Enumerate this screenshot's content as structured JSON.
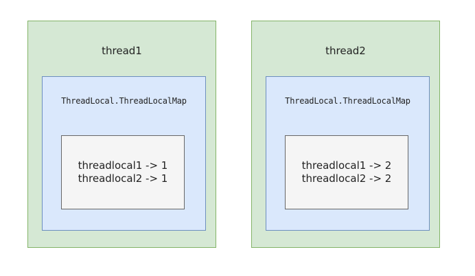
{
  "threads": [
    {
      "title": "thread1",
      "map_title": "ThreadLocal.ThreadLocalMap",
      "entries": [
        "threadlocal1 -> 1",
        "threadlocal2 -> 1"
      ]
    },
    {
      "title": "thread2",
      "map_title": "ThreadLocal.ThreadLocalMap",
      "entries": [
        "threadlocal1 -> 2",
        "threadlocal2 -> 2"
      ]
    }
  ],
  "colors": {
    "thread_fill": "#d5e8d4",
    "thread_border": "#82b366",
    "map_fill": "#dae8fc",
    "map_border": "#6c8ebf",
    "entries_fill": "#f5f5f5",
    "entries_border": "#666666"
  }
}
